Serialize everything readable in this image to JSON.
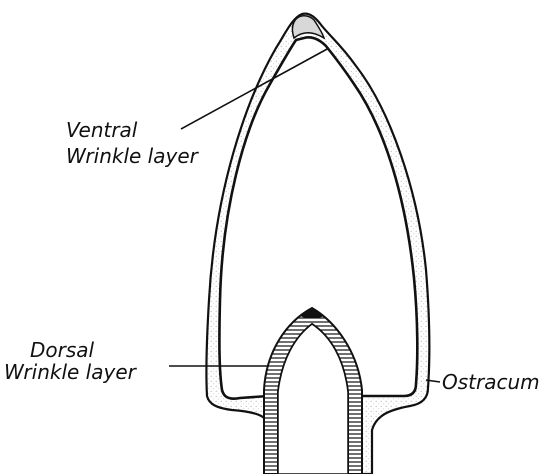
{
  "labels": {
    "ventral_line1": "Ventral",
    "ventral_line2": "Wrinkle layer",
    "dorsal_line1": "Dorsal",
    "dorsal_line2": "Wrinkle layer",
    "ostracum": "Ostracum"
  },
  "colors": {
    "ink": "#111111",
    "background": "#ffffff",
    "stipple": "#cfcfcf"
  }
}
